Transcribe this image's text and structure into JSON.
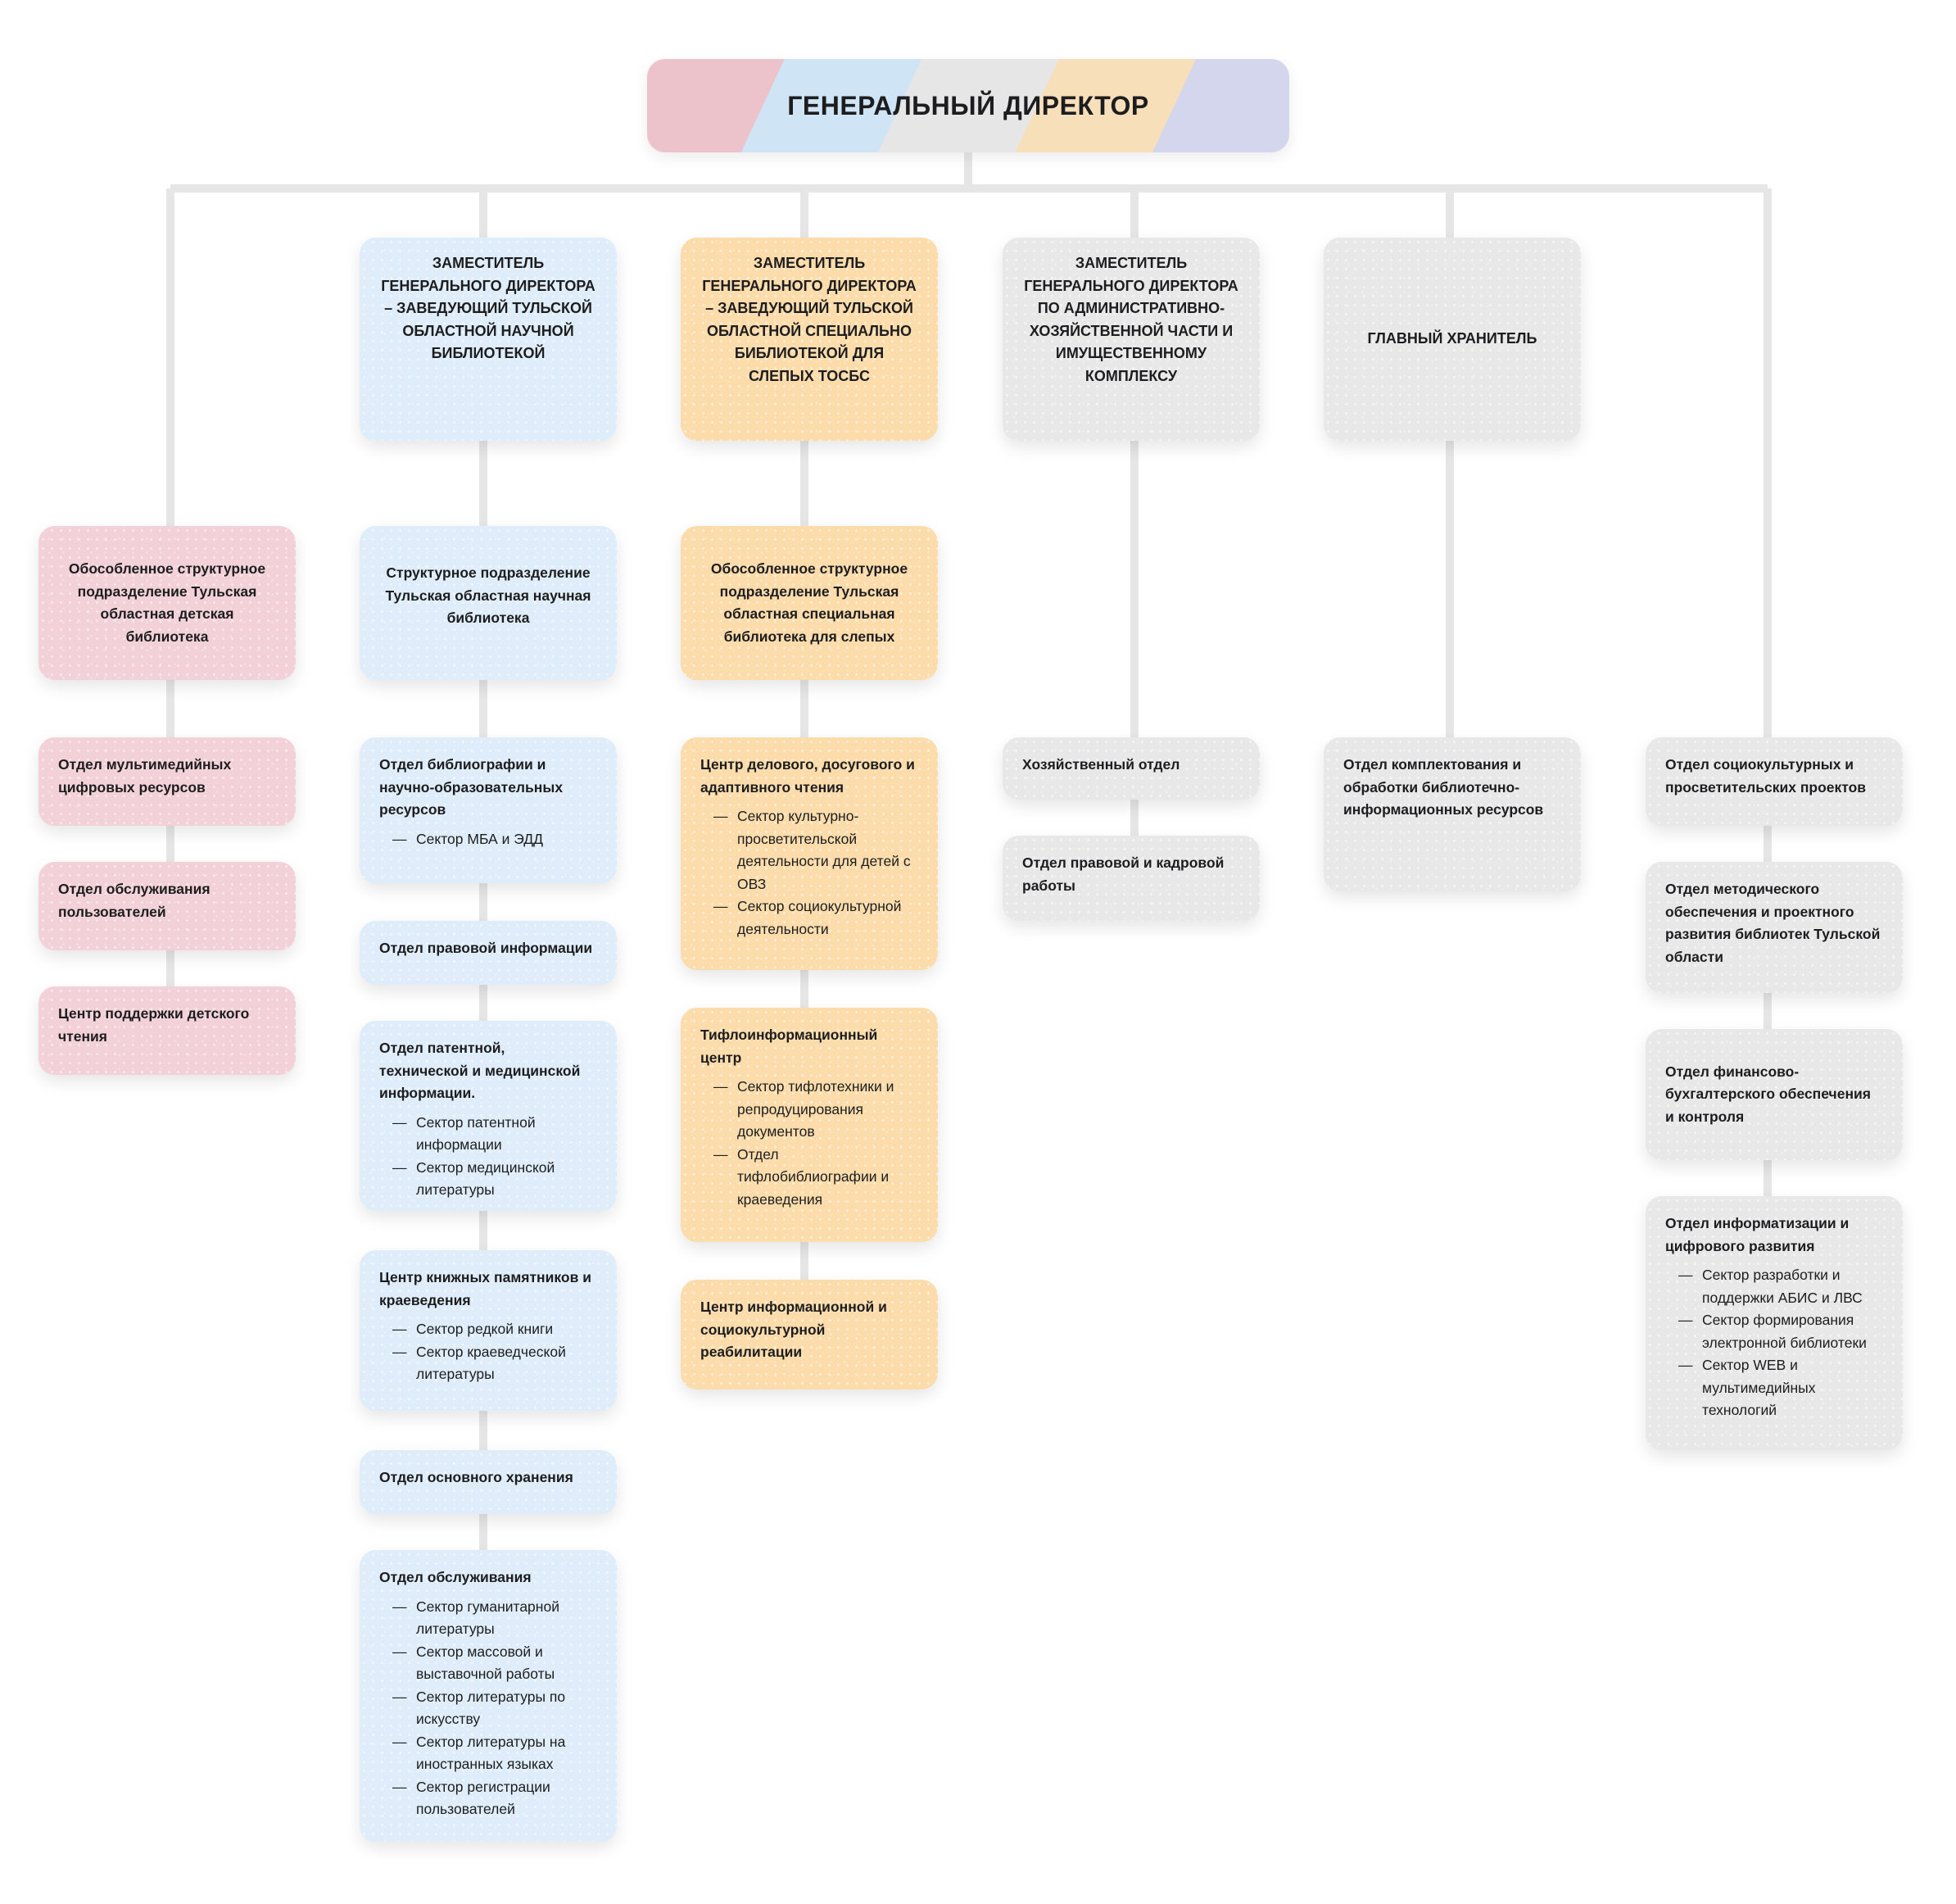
{
  "director": "ГЕНЕРАЛЬНЫЙ ДИРЕКТОР",
  "deputies": {
    "science": "ЗАМЕСТИТЕЛЬ ГЕНЕРАЛЬНОГО ДИРЕКТОРА – ЗАВЕДУЮЩИЙ ТУЛЬСКОЙ ОБЛАСТНОЙ НАУЧНОЙ БИБЛИОТЕКОЙ",
    "blind": "ЗАМЕСТИТЕЛЬ ГЕНЕРАЛЬНОГО ДИРЕКТОРА – ЗАВЕДУЮЩИЙ ТУЛЬСКОЙ ОБЛАСТНОЙ СПЕЦИАЛЬНО БИБЛИОТЕКОЙ ДЛЯ СЛЕПЫХ ТОСБС",
    "admin": "ЗАМЕСТИТЕЛЬ ГЕНЕРАЛЬНОГО ДИРЕКТОРА ПО АДМИНИСТРАТИВНО-ХОЗЯЙСТВЕННОЙ ЧАСТИ И ИМУЩЕСТВЕННОМУ КОМПЛЕКСУ",
    "keeper": "ГЛАВНЫЙ ХРАНИТЕЛЬ"
  },
  "col1": {
    "head": "Обособленное структурное подразделение Тульская областная детская библиотека",
    "items": [
      {
        "title": "Отдел мультимедийных цифровых ресурсов"
      },
      {
        "title": "Отдел обслуживания пользователей"
      },
      {
        "title": "Центр поддержки детского чтения"
      }
    ]
  },
  "col2": {
    "head": "Структурное подразделение Тульская областная научная библиотека",
    "items": [
      {
        "title": "Отдел библиографии и научно-образовательных ресурсов",
        "subs": [
          "Сектор МБА и ЭДД"
        ]
      },
      {
        "title": "Отдел правовой информации"
      },
      {
        "title": "Отдел патентной, технической и медицинской информации.",
        "subs": [
          "Сектор патентной информации",
          "Сектор медицинской литературы"
        ]
      },
      {
        "title": "Центр книжных памятников и краеведения",
        "subs": [
          "Сектор редкой книги",
          "Сектор краеведческой литературы"
        ]
      },
      {
        "title": "Отдел основного хранения"
      },
      {
        "title": "Отдел обслуживания",
        "subs": [
          "Сектор гуманитарной литературы",
          "Сектор массовой и выставочной работы",
          "Сектор литературы по искусству",
          "Сектор литературы на иностранных языках",
          "Сектор регистрации пользователей"
        ]
      }
    ]
  },
  "col3": {
    "head": "Обособленное структурное подразделение Тульская областная специальная библиотека для слепых",
    "items": [
      {
        "title": "Центр делового, досугового и адаптивного чтения",
        "subs": [
          "Сектор культурно-просветительской деятельности для детей с ОВЗ",
          "Сектор социокультурной деятельности"
        ]
      },
      {
        "title": "Тифлоинформационный центр",
        "subs": [
          "Сектор тифлотехники и репродуцирования документов",
          "Отдел тифлобиблиографии и краеведения"
        ]
      },
      {
        "title": "Центр информационной и социокультурной реабилитации"
      }
    ]
  },
  "col4": {
    "items": [
      {
        "title": "Хозяйственный отдел"
      },
      {
        "title": "Отдел правовой и кадровой работы"
      }
    ]
  },
  "col5": {
    "items": [
      {
        "title": "Отдел комплектования и обработки библиотечно-информационных ресурсов"
      }
    ]
  },
  "col6": {
    "items": [
      {
        "title": "Отдел социокультурных и просветительских проектов"
      },
      {
        "title": "Отдел методического обеспечения и проектного развития библиотек Тульской области"
      },
      {
        "title": "Отдел финансово-бухгалтерского обеспечения и контроля"
      },
      {
        "title": "Отдел информатизации и цифрового развития",
        "subs": [
          "Сектор разработки и поддержки АБИС и ЛВС",
          "Сектор формирования электронной библиотеки",
          "Сектор WEB и мультимедийных технологий"
        ]
      }
    ]
  },
  "colors": {
    "pink": "#f2d2d8",
    "blue": "#deedf9",
    "orange": "#fbdcaa",
    "gray": "#e8e8e8",
    "connector": "#e6e6e6"
  }
}
